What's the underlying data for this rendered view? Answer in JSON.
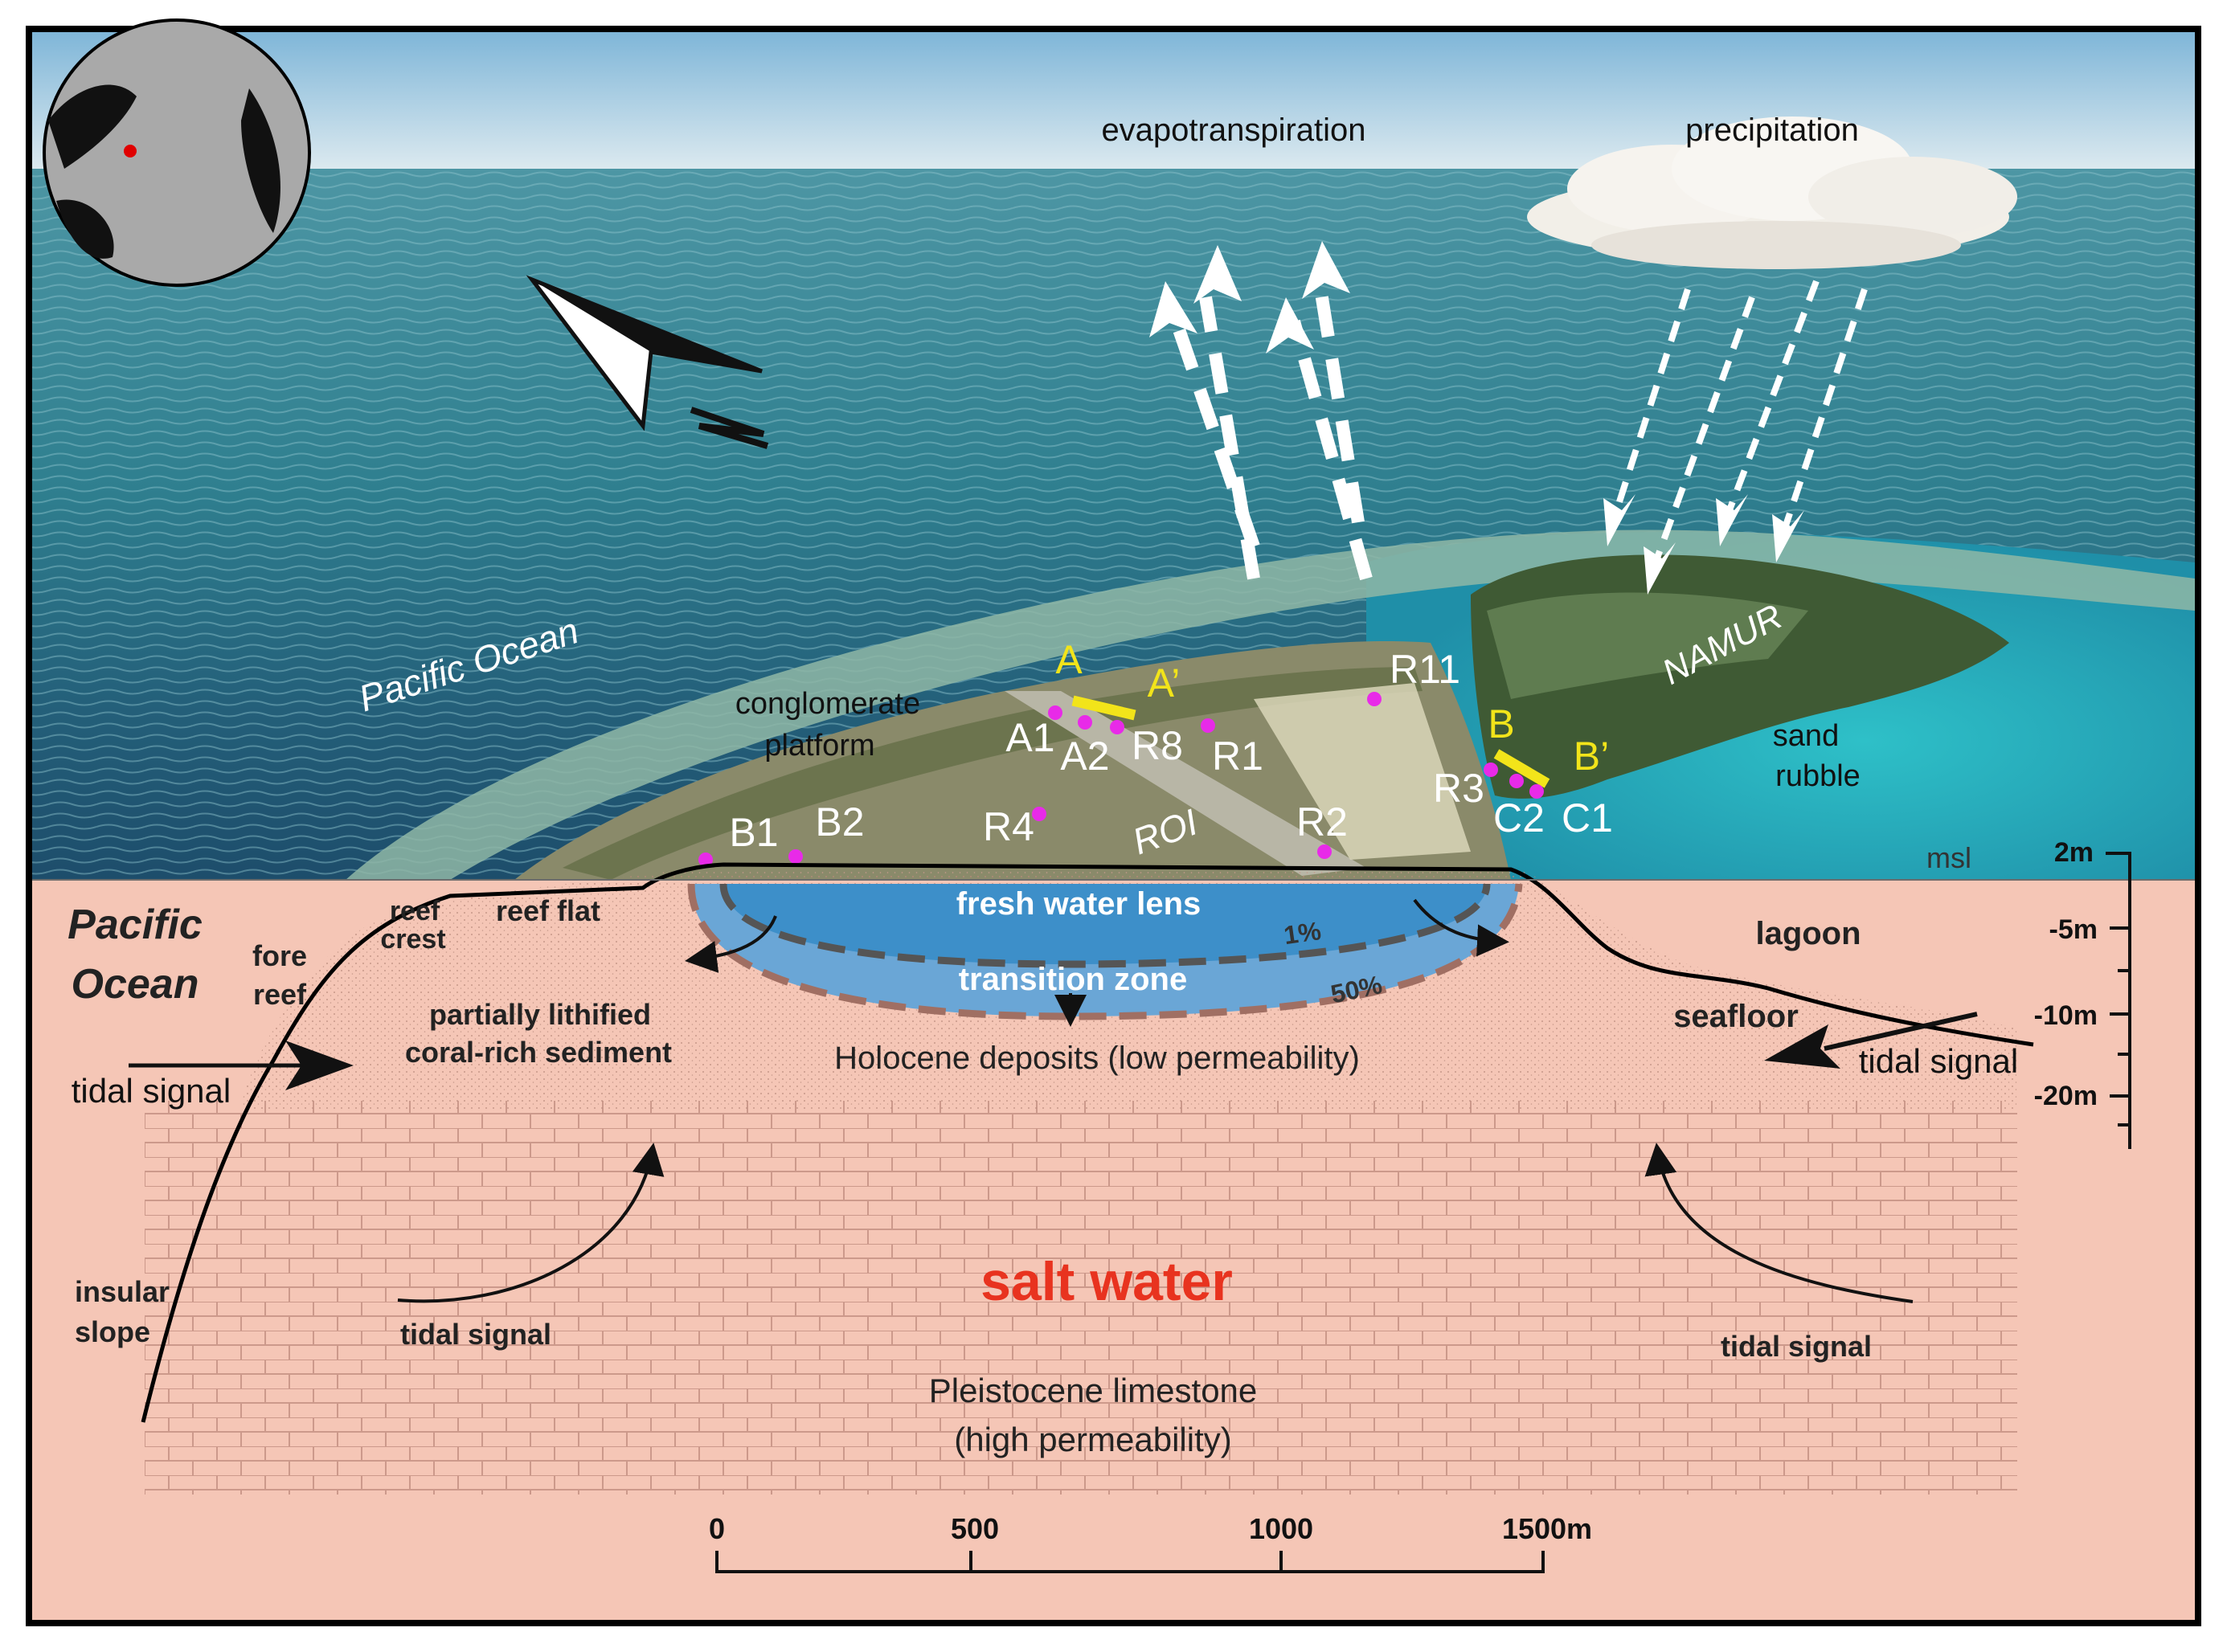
{
  "sky_labels": {
    "evapotranspiration": "evapotranspiration",
    "precipitation": "precipitation"
  },
  "compass": {
    "north": "N"
  },
  "ocean_label": "Pacific Ocean",
  "islands": {
    "namur": "NAMUR",
    "roi": "ROI"
  },
  "transects": {
    "a": "A",
    "a_prime": "A’",
    "b": "B",
    "b_prime": "B’"
  },
  "features": {
    "conglomerate_1": "conglomerate",
    "conglomerate_2": "platform",
    "sand_1": "sand",
    "sand_2": "rubble"
  },
  "wells": {
    "a1": "A1",
    "a2": "A2",
    "r8": "R8",
    "r1": "R1",
    "r11": "R11",
    "b1": "B1",
    "b2": "B2",
    "r4": "R4",
    "r2": "R2",
    "r3": "R3",
    "c2": "C2",
    "c1": "C1"
  },
  "section": {
    "msl": "msl",
    "pacific_1": "Pacific",
    "pacific_2": "Ocean",
    "fore_reef_1": "fore",
    "fore_reef_2": "reef",
    "reef_crest_1": "reef",
    "reef_crest_2": "crest",
    "reef_flat": "reef flat",
    "fresh_water_lens": "fresh water lens",
    "transition_zone": "transition zone",
    "contour_1pct": "1%",
    "contour_50pct": "50%",
    "lagoon": "lagoon",
    "seafloor": "seafloor",
    "sediment_1": "partially lithified",
    "sediment_2": "coral-rich sediment",
    "holocene": "Holocene deposits (low permeability)",
    "tidal_left": "tidal signal",
    "tidal_right": "tidal signal",
    "tidal_bottom_left": "tidal signal",
    "tidal_bottom_right": "tidal signal",
    "insular_1": "insular",
    "insular_2": "slope",
    "salt_water": "salt water",
    "pleistocene_1": "Pleistocene limestone",
    "pleistocene_2": "(high permeability)"
  },
  "depth_scale": {
    "d2": "2m",
    "d5": "-5m",
    "d10": "-10m",
    "d20": "-20m"
  },
  "distance_scale": {
    "s0": "0",
    "s500": "500",
    "s1000": "1000",
    "s1500": "1500m"
  },
  "colors": {
    "section_fill": "#f5c6b6",
    "fresh_water": "#3d8fc9",
    "transition": "#6aa6d6",
    "well_marker": "#e82ae8",
    "transect": "#f2e41a",
    "salt_water": "#e8331f"
  }
}
